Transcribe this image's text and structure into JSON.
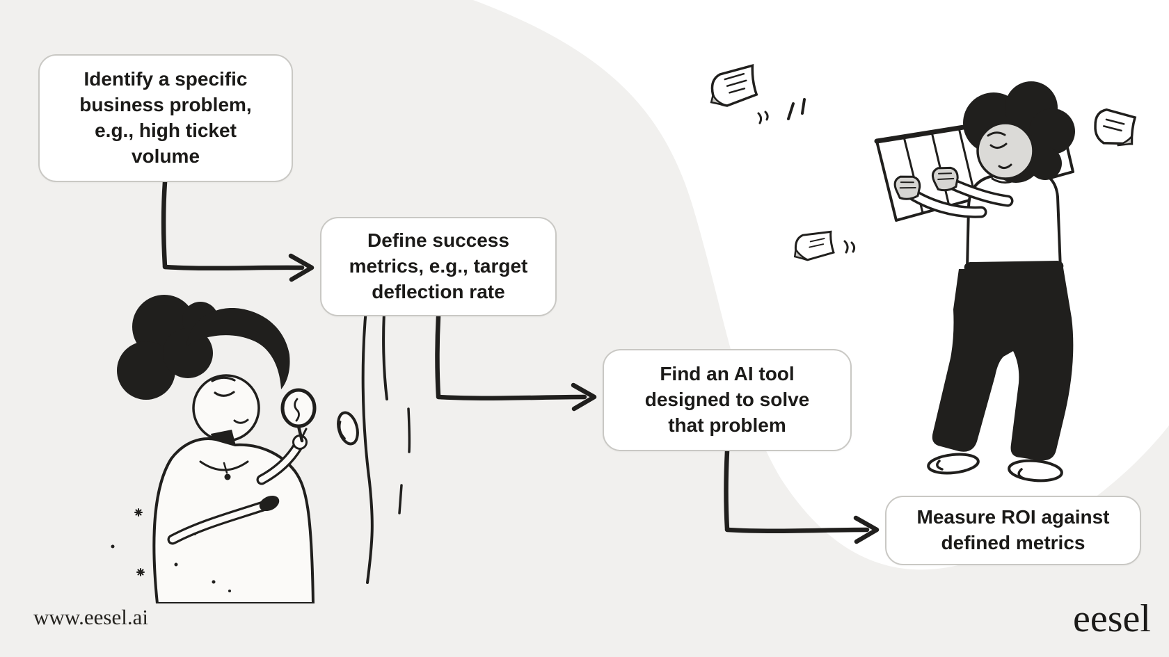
{
  "theme": {
    "bg": "#f1f0ee",
    "blob": "#ffffff",
    "ink": "#201f1d",
    "box-bg": "#ffffff",
    "box-border": "#c9c8c4",
    "text": "#1b1a18",
    "fold": "#c9c8c4",
    "skin": "#dbdad7",
    "hand": "#d6d5d2",
    "paper": "#fbfaf8"
  },
  "flow": {
    "steps": [
      {
        "id": "step-1",
        "label": "Identify a specific\nbusiness problem,\ne.g., high ticket\nvolume"
      },
      {
        "id": "step-2",
        "label": "Define success\nmetrics, e.g., target\ndeflection rate"
      },
      {
        "id": "step-3",
        "label": "Find an AI tool\ndesigned to solve\nthat problem"
      },
      {
        "id": "step-4",
        "label": "Measure ROI against\ndefined metrics"
      }
    ]
  },
  "footer": {
    "website": "www.eesel.ai",
    "brand": "eesel"
  },
  "illustrations": {
    "left": "woman-inspecting-door-with-magnifying-glass",
    "right": "person-holding-large-chart-with-flying-papers"
  }
}
